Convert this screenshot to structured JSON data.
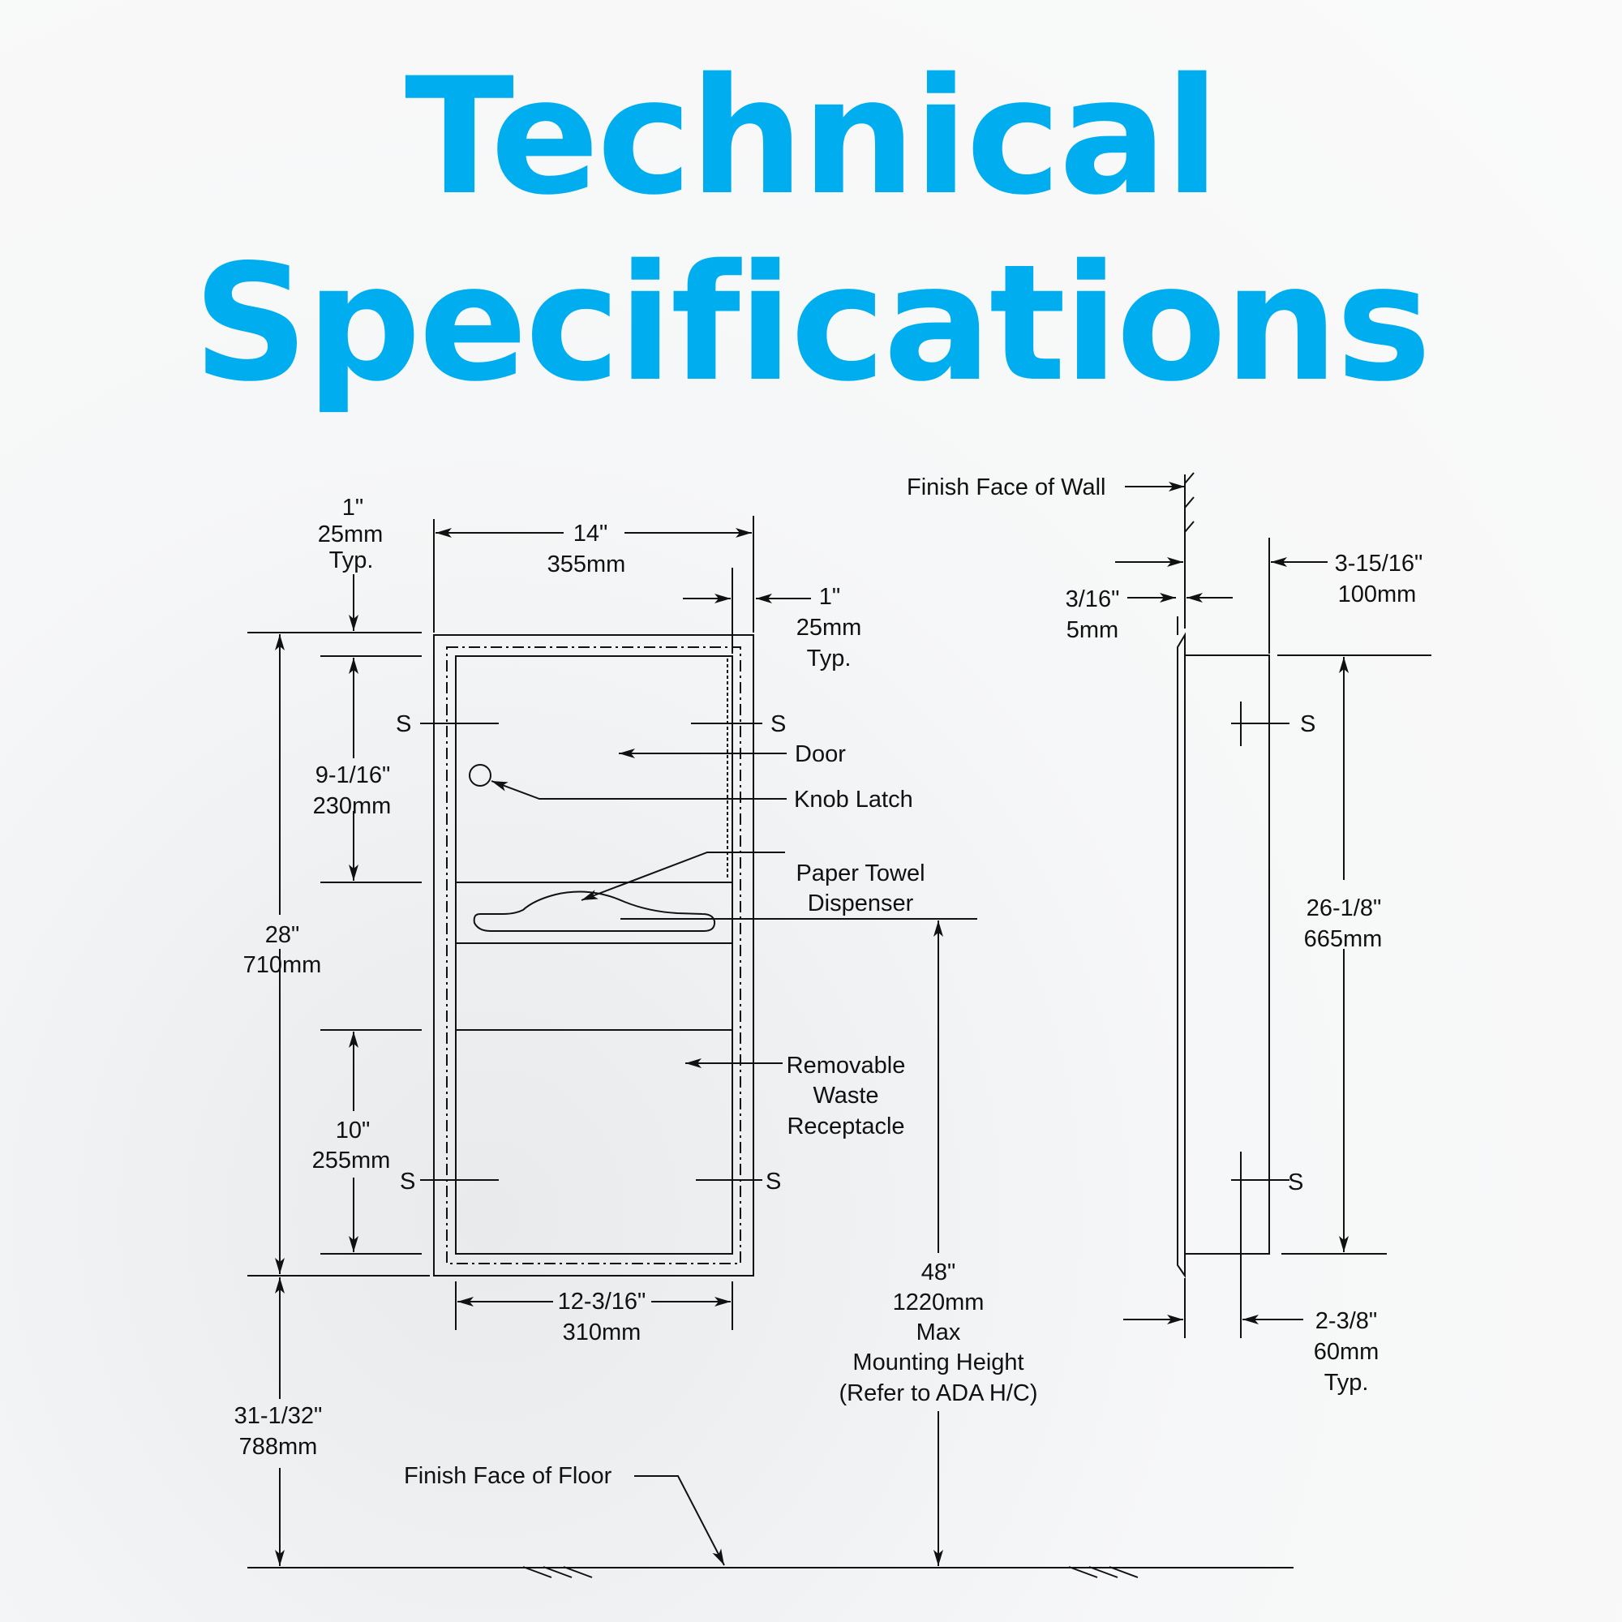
{
  "title": {
    "line1": "Technical",
    "line2": "Specifications"
  },
  "colors": {
    "title": "#00aef0",
    "lines": "#111111"
  },
  "labels": {
    "finish_face_wall": "Finish Face of Wall",
    "finish_face_floor": "Finish Face of Floor",
    "door": "Door",
    "knob_latch": "Knob Latch",
    "paper_towel_1": "Paper Towel",
    "paper_towel_2": "Dispenser",
    "waste_1": "Removable",
    "waste_2": "Waste",
    "waste_3": "Receptacle",
    "stud": "S"
  },
  "dimensions": {
    "trim_top": {
      "in": "1\"",
      "mm": "25mm",
      "note": "Typ."
    },
    "width": {
      "in": "14\"",
      "mm": "355mm"
    },
    "trim_side": {
      "in": "1\"",
      "mm": "25mm",
      "note": "Typ."
    },
    "door_height": {
      "in": "9-1/16\"",
      "mm": "230mm"
    },
    "overall_height": {
      "in": "28\"",
      "mm": "710mm"
    },
    "waste_height": {
      "in": "10\"",
      "mm": "255mm"
    },
    "inner_width": {
      "in": "12-3/16\"",
      "mm": "310mm"
    },
    "floor_to_bottom": {
      "in": "31-1/32\"",
      "mm": "788mm"
    },
    "mounting": {
      "in": "48\"",
      "mm": "1220mm",
      "note1": "Max",
      "note2": "Mounting Height",
      "note3": "(Refer to ADA H/C)"
    },
    "flange": {
      "in": "3/16\"",
      "mm": "5mm"
    },
    "depth": {
      "in": "3-15/16\"",
      "mm": "100mm"
    },
    "recess_height": {
      "in": "26-1/8\"",
      "mm": "665mm"
    },
    "stud_offset": {
      "in": "2-3/8\"",
      "mm": "60mm",
      "note": "Typ."
    }
  }
}
